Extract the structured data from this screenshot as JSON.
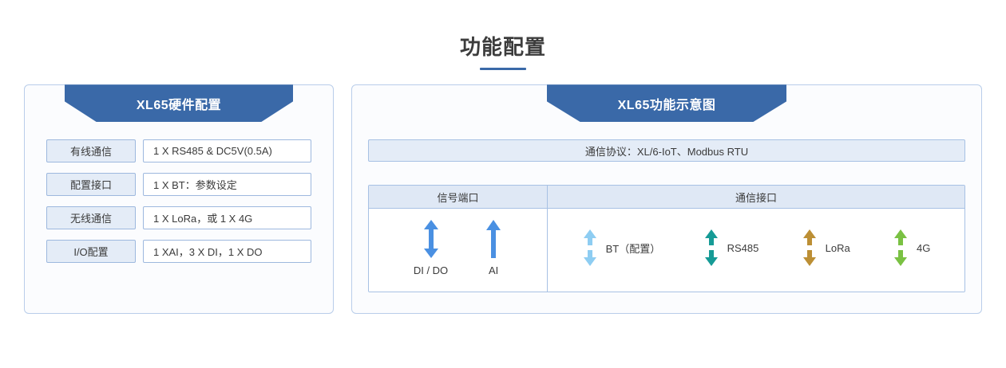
{
  "page": {
    "title": "功能配置"
  },
  "left_panel": {
    "banner_title": "XL65硬件配置",
    "rows": [
      {
        "label": "有线通信",
        "value": "1 X RS485 & DC5V(0.5A)"
      },
      {
        "label": "配置接口",
        "value": "1 X BT：参数设定"
      },
      {
        "label": "无线通信",
        "value": "1 X LoRa，或 1 X 4G"
      },
      {
        "label": "I/O配置",
        "value": "1 XAI，3 X DI，1 X DO"
      }
    ]
  },
  "right_panel": {
    "banner_title": "XL65功能示意图",
    "protocol": "通信协议：XL/6-IoT、Modbus RTU",
    "table": {
      "headers": {
        "signal": "信号端口",
        "comm": "通信接口"
      },
      "signal_ports": [
        {
          "label": "DI / DO",
          "arrow": "double-arrow-icon",
          "color": "#4a90e2"
        },
        {
          "label": "AI",
          "arrow": "up-arrow-icon",
          "color": "#4a90e2"
        }
      ],
      "comm_ports": [
        {
          "label": "BT（配置）",
          "arrow": "split-double-arrow-icon",
          "color": "#8ecdf2"
        },
        {
          "label": "RS485",
          "arrow": "split-double-arrow-icon",
          "color": "#169b96"
        },
        {
          "label": "LoRa",
          "arrow": "split-double-arrow-icon",
          "color": "#bc8f35"
        },
        {
          "label": "4G",
          "arrow": "split-double-arrow-icon",
          "color": "#7ac143"
        }
      ]
    }
  },
  "colors": {
    "banner_blue": "#3a69a8",
    "panel_border": "#b9cdea",
    "cell_fill": "#e4ecf7",
    "cell_border": "#9db8de"
  }
}
